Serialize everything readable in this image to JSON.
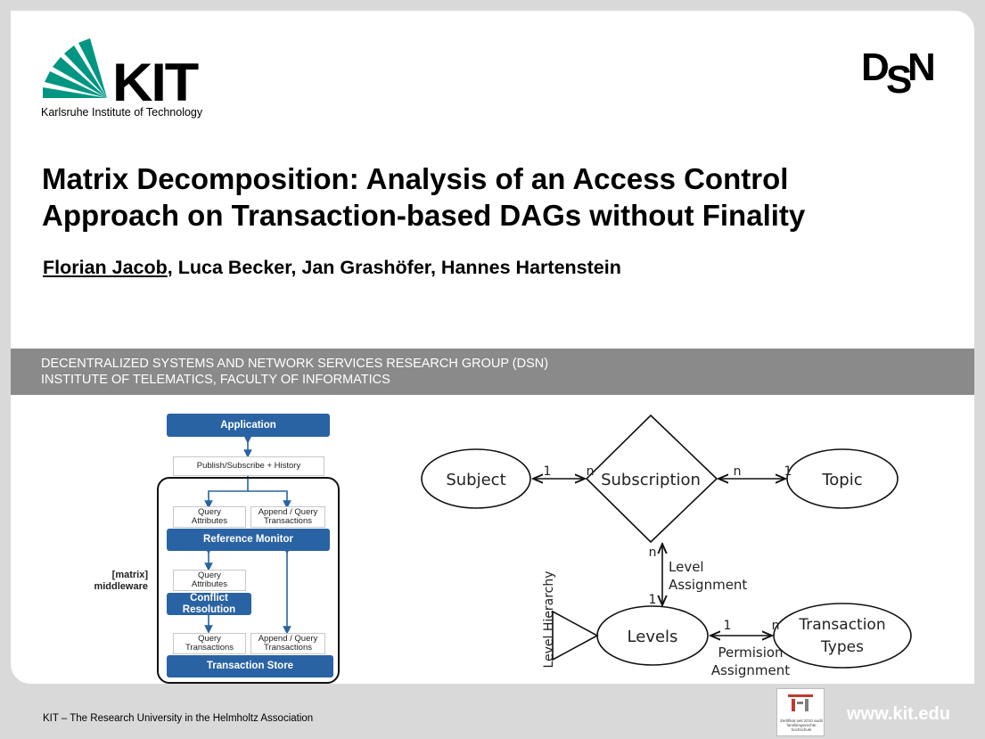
{
  "header": {
    "kit_wordmark": "KIT",
    "kit_subtitle": "Karlsruhe Institute of Technology",
    "dsn_logo": [
      "D",
      "S",
      "N"
    ]
  },
  "title": {
    "line1": "Matrix Decomposition: Analysis of an Access Control",
    "line2": "Approach on Transaction-based DAGs without Finality"
  },
  "authors": {
    "presenter": "Florian Jacob",
    "others": ", Luca Becker, Jan Grashöfer, Hannes Hartenstein"
  },
  "band": {
    "line1": "DECENTRALIZED SYSTEMS AND NETWORK SERVICES RESEARCH GROUP (DSN)",
    "line2": "INSTITUTE OF TELEMATICS, FACULTY OF INFORMATICS"
  },
  "architecture": {
    "application": "Application",
    "pubsub": "Publish/Subscribe + History",
    "query_attributes_1": "Query\nAttributes",
    "append_query_1": "Append / Query\nTransactions",
    "reference_monitor": "Reference Monitor",
    "query_attributes_2": "Query\nAttributes",
    "conflict_resolution": "Conflict\nResolution",
    "query_transactions": "Query\nTransactions",
    "append_query_2": "Append / Query\nTransactions",
    "transaction_store": "Transaction Store",
    "middleware_label": "[matrix]\nmiddleware"
  },
  "er_diagram": {
    "subject": "Subject",
    "subscription": "Subscription",
    "topic": "Topic",
    "levels": "Levels",
    "transaction_types_1": "Transaction",
    "transaction_types_2": "Types",
    "level_assignment_1": "Level",
    "level_assignment_2": "Assignment",
    "permission_assignment_1": "Permision",
    "permission_assignment_2": "Assignment",
    "level_hierarchy": "Level Hierarchy",
    "card_subject": "1",
    "card_subscription_left": "n",
    "card_subscription_right": "n",
    "card_topic": "1",
    "card_subscription_bottom": "n",
    "card_levels_top": "1",
    "card_levels_right": "1",
    "card_types": "n"
  },
  "footer": {
    "text": "KIT –  The Research University in the Helmholtz Association",
    "url": "www.kit.edu",
    "cert_text": "Zertifikat seit 2010 audit familiengerechte hochschule"
  },
  "colors": {
    "kit_green": "#009682",
    "band_grey": "#8a8a8a",
    "arch_blue": "#2a63a3"
  }
}
